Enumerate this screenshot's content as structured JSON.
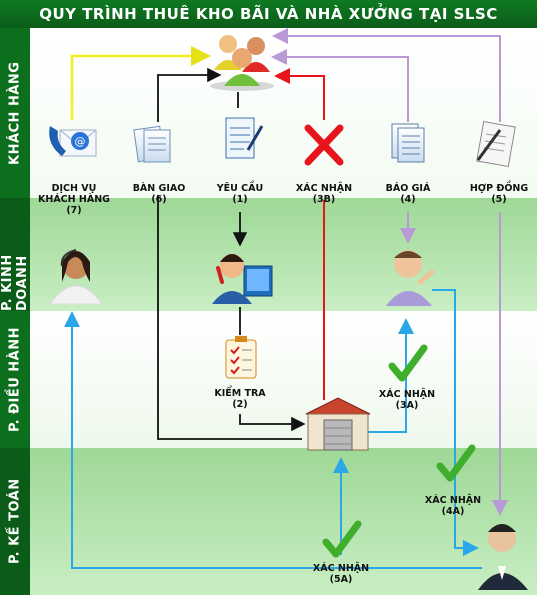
{
  "title": "QUY TRÌNH THUÊ KHO BÃI VÀ NHÀ XƯỞNG TẠI SLSC",
  "lanes": [
    {
      "label": "KHÁCH HÀNG"
    },
    {
      "label": "P. KINH DOANH"
    },
    {
      "label": "P. ĐIỀU HÀNH"
    },
    {
      "label": "P. KẾ TOÁN"
    }
  ],
  "steps": {
    "customer_service": {
      "line1": "DỊCH VỤ",
      "line2": "KHÁCH HÀNG",
      "num": "(7)"
    },
    "handover": {
      "line1": "BÀN GIAO",
      "num": "(6)"
    },
    "request": {
      "line1": "YÊU CẦU",
      "num": "(1)"
    },
    "confirm_3b": {
      "line1": "XÁC NHẬN",
      "num": "(3B)"
    },
    "quotation": {
      "line1": "BÁO GIÁ",
      "num": "(4)"
    },
    "contract": {
      "line1": "HỢP ĐỒNG",
      "num": "(5)"
    },
    "inspect": {
      "line1": "KIỂM TRA",
      "num": "(2)"
    },
    "confirm_3a": {
      "line1": "XÁC NHẬN",
      "num": "(3A)"
    },
    "confirm_4a": {
      "line1": "XÁC NHẬN",
      "num": "(4A)"
    },
    "confirm_5a": {
      "line1": "XÁC NHẬN",
      "num": "(5A)"
    }
  },
  "colors": {
    "title_bg": "#0c6f1e",
    "lane_white": "#ffffff",
    "lane_green": "#a8e0a0",
    "arrow_black": "#111111",
    "arrow_red": "#e8141b",
    "arrow_purple": "#b99ad6",
    "arrow_blue": "#2aa7e8",
    "arrow_yellow": "#f2ef1a",
    "check_green": "#3fae2a"
  },
  "icons": [
    "customer-group-icon",
    "phone-email-icon",
    "documents-icon",
    "request-form-icon",
    "reject-x-icon",
    "price-list-icon",
    "contract-icon",
    "service-agent-icon",
    "sales-agent-icon",
    "salesman-icon",
    "checklist-icon",
    "warehouse-icon",
    "check-icon",
    "accountant-icon"
  ]
}
